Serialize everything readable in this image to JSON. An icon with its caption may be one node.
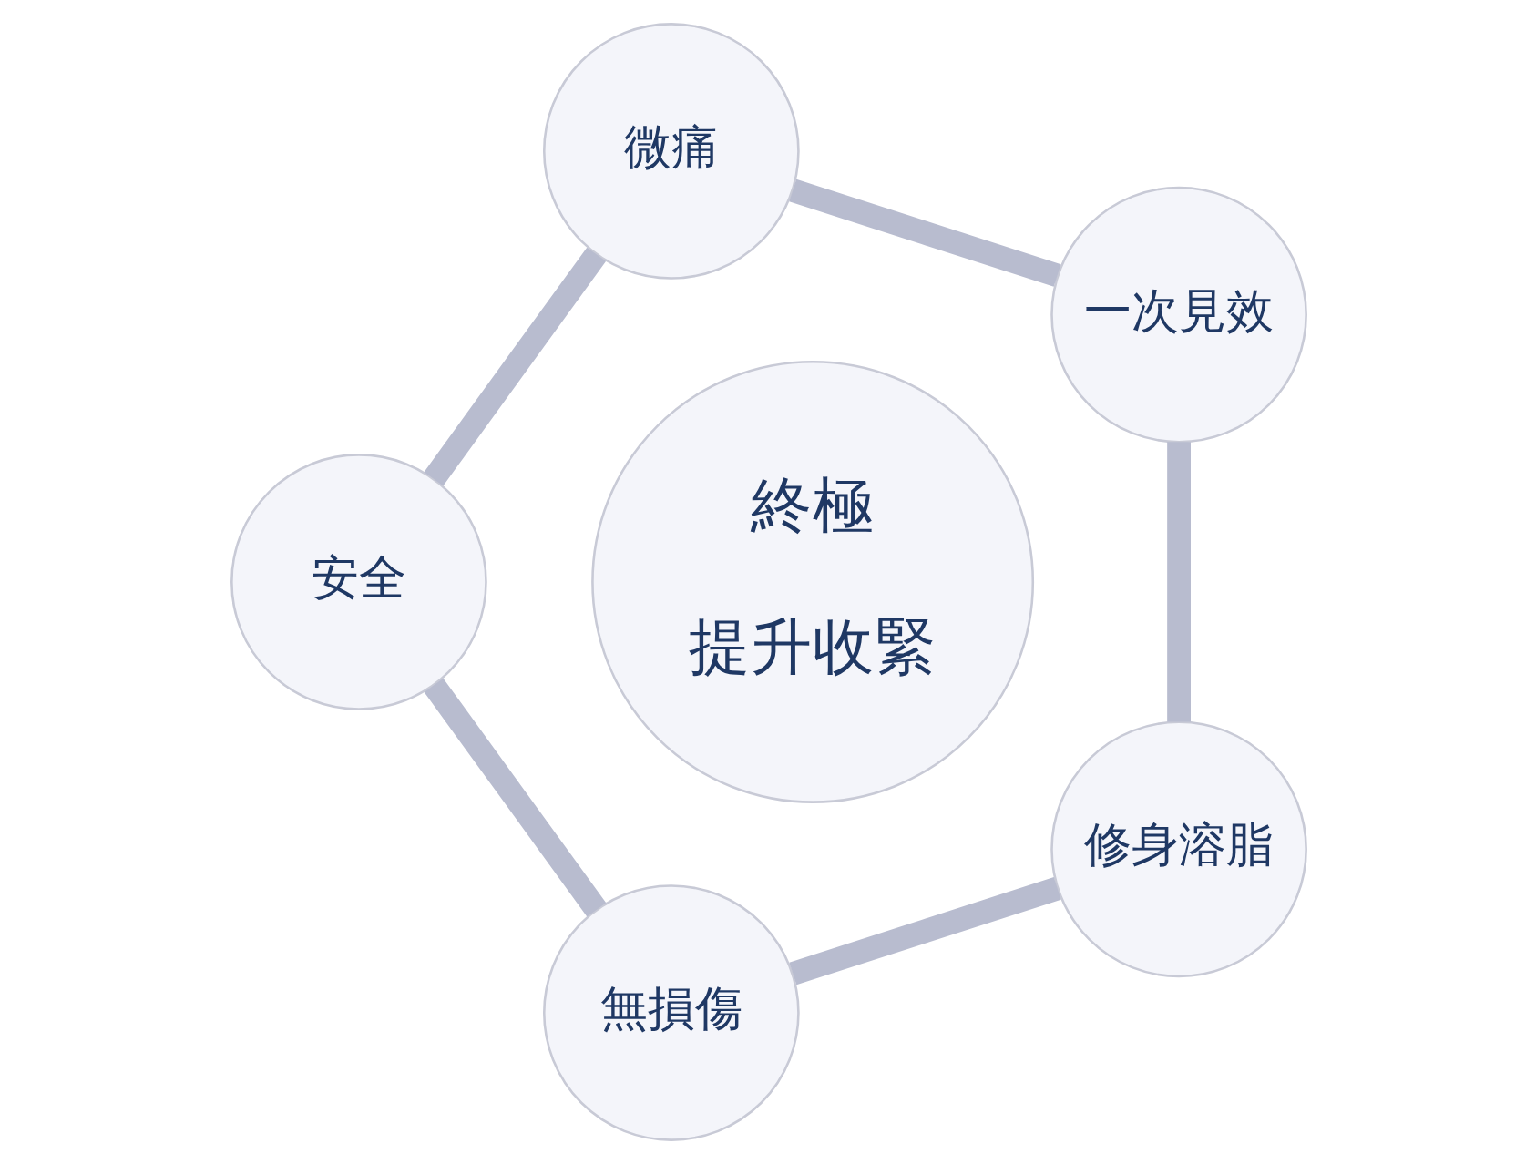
{
  "diagram": {
    "nodes": [
      {
        "text": [
          "終極",
          "提升收緊"
        ]
      },
      {
        "text": [
          "一次見效"
        ]
      },
      {
        "text": [
          "微痛"
        ]
      },
      {
        "text": [
          "安全"
        ]
      },
      {
        "text": [
          "無損傷"
        ]
      },
      {
        "text": [
          "修身溶脂"
        ]
      }
    ],
    "edges": [
      {
        "from": 1,
        "to": 2,
        "arrow": "none"
      },
      {
        "from": 2,
        "to": 3,
        "arrow": "none"
      },
      {
        "from": 3,
        "to": 4,
        "arrow": "none"
      },
      {
        "from": 4,
        "to": 5,
        "arrow": "none"
      },
      {
        "from": 5,
        "to": 1,
        "arrow": "none"
      }
    ]
  }
}
